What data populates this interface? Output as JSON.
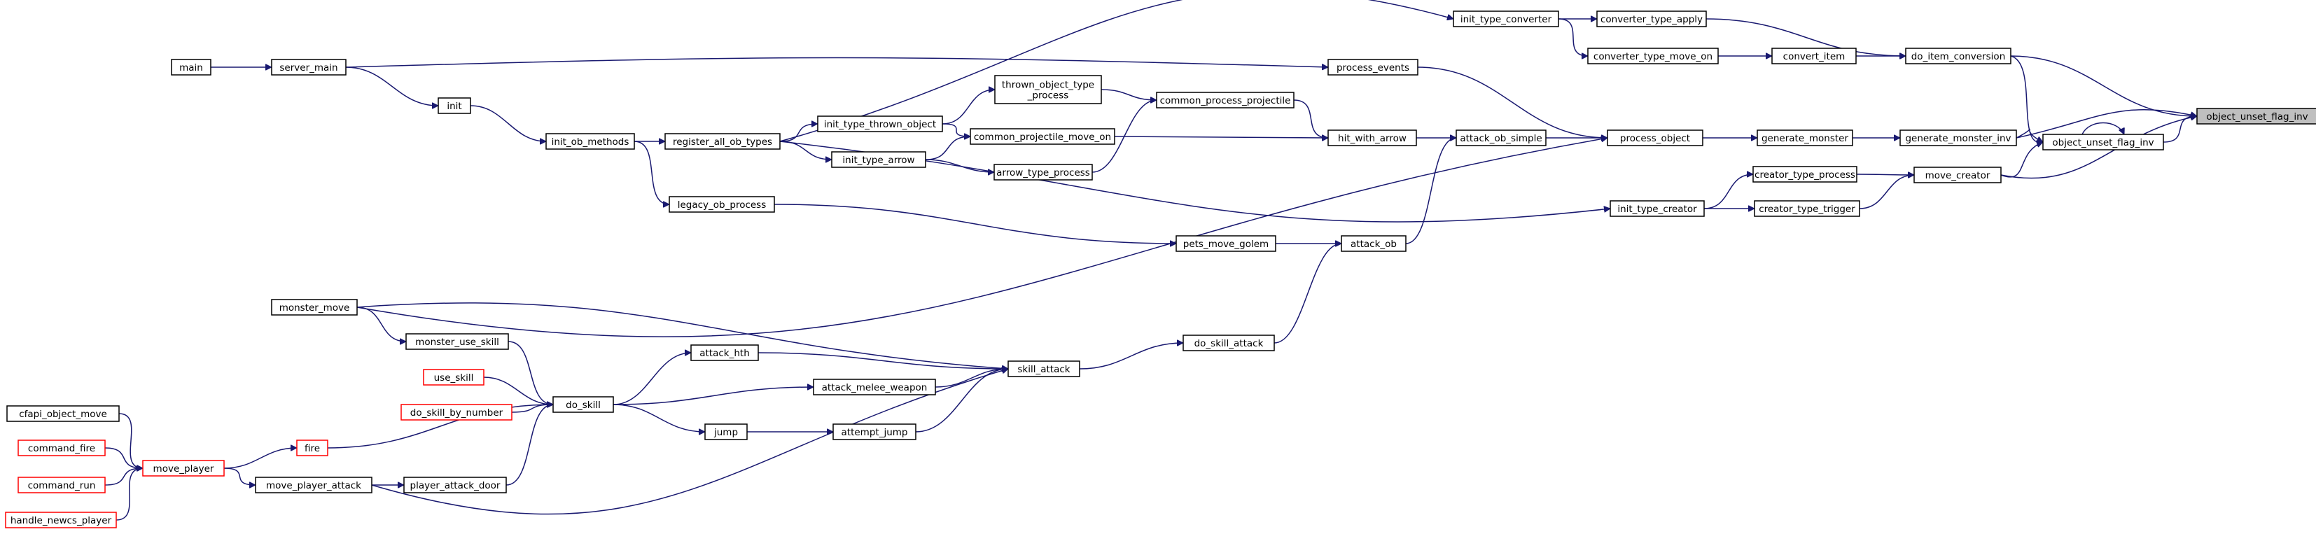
{
  "graph": {
    "kind": "caller graph",
    "colors": {
      "edge": "#191970",
      "node_border": "#000000",
      "red_border": "#ff0000",
      "root_fill": "#bfbfbf"
    },
    "nodes": [
      {
        "id": "object_unset_flag_inv_root",
        "label": "object_unset_flag_inv",
        "style": "root"
      },
      {
        "id": "do_item_conversion",
        "label": "do_item_conversion"
      },
      {
        "id": "generate_monster_inv",
        "label": "generate_monster_inv"
      },
      {
        "id": "object_unset_flag_inv",
        "label": "object_unset_flag_inv"
      },
      {
        "id": "move_creator",
        "label": "move_creator"
      },
      {
        "id": "converter_type_apply",
        "label": "converter_type_apply"
      },
      {
        "id": "convert_item",
        "label": "convert_item"
      },
      {
        "id": "generate_monster",
        "label": "generate_monster"
      },
      {
        "id": "creator_type_process",
        "label": "creator_type_process"
      },
      {
        "id": "creator_type_trigger",
        "label": "creator_type_trigger"
      },
      {
        "id": "init_type_converter",
        "label": "init_type_converter"
      },
      {
        "id": "converter_type_move_on",
        "label": "converter_type_move_on"
      },
      {
        "id": "process_object",
        "label": "process_object"
      },
      {
        "id": "init_type_creator",
        "label": "init_type_creator"
      },
      {
        "id": "process_events",
        "label": "process_events"
      },
      {
        "id": "attack_ob_simple",
        "label": "attack_ob_simple"
      },
      {
        "id": "hit_with_arrow",
        "label": "hit_with_arrow"
      },
      {
        "id": "attack_ob",
        "label": "attack_ob"
      },
      {
        "id": "common_process_projectile",
        "label": "common_process_projectile"
      },
      {
        "id": "common_projectile_move_on",
        "label": "common_projectile_move_on"
      },
      {
        "id": "arrow_type_process",
        "label": "arrow_type_process"
      },
      {
        "id": "pets_move_golem",
        "label": "pets_move_golem"
      },
      {
        "id": "thrown_object_type_process",
        "label": "thrown_object_type\n_process"
      },
      {
        "id": "init_type_thrown_object",
        "label": "init_type_thrown_object"
      },
      {
        "id": "init_type_arrow",
        "label": "init_type_arrow"
      },
      {
        "id": "register_all_ob_types",
        "label": "register_all_ob_types"
      },
      {
        "id": "legacy_ob_process",
        "label": "legacy_ob_process"
      },
      {
        "id": "init_ob_methods",
        "label": "init_ob_methods"
      },
      {
        "id": "init",
        "label": "init"
      },
      {
        "id": "server_main",
        "label": "server_main"
      },
      {
        "id": "main",
        "label": "main"
      },
      {
        "id": "do_skill_attack",
        "label": "do_skill_attack"
      },
      {
        "id": "skill_attack",
        "label": "skill_attack"
      },
      {
        "id": "monster_move",
        "label": "monster_move"
      },
      {
        "id": "attack_hth",
        "label": "attack_hth"
      },
      {
        "id": "attack_melee_weapon",
        "label": "attack_melee_weapon"
      },
      {
        "id": "attempt_jump",
        "label": "attempt_jump"
      },
      {
        "id": "jump",
        "label": "jump"
      },
      {
        "id": "do_skill",
        "label": "do_skill"
      },
      {
        "id": "monster_use_skill",
        "label": "monster_use_skill"
      },
      {
        "id": "use_skill",
        "label": "use_skill",
        "style": "red"
      },
      {
        "id": "do_skill_by_number",
        "label": "do_skill_by_number",
        "style": "red"
      },
      {
        "id": "fire",
        "label": "fire",
        "style": "red"
      },
      {
        "id": "player_attack_door",
        "label": "player_attack_door"
      },
      {
        "id": "move_player_attack",
        "label": "move_player_attack"
      },
      {
        "id": "move_player",
        "label": "move_player",
        "style": "red"
      },
      {
        "id": "cfapi_object_move",
        "label": "cfapi_object_move"
      },
      {
        "id": "command_fire",
        "label": "command_fire",
        "style": "red"
      },
      {
        "id": "command_run",
        "label": "command_run",
        "style": "red"
      },
      {
        "id": "handle_newcs_player",
        "label": "handle_newcs_player",
        "style": "red"
      }
    ],
    "edges": [
      {
        "from": "do_item_conversion",
        "to": "object_unset_flag_inv_root"
      },
      {
        "from": "generate_monster_inv",
        "to": "object_unset_flag_inv_root"
      },
      {
        "from": "object_unset_flag_inv",
        "to": "object_unset_flag_inv_root"
      },
      {
        "from": "move_creator",
        "to": "object_unset_flag_inv_root"
      },
      {
        "from": "converter_type_apply",
        "to": "do_item_conversion"
      },
      {
        "from": "convert_item",
        "to": "do_item_conversion"
      },
      {
        "from": "generate_monster",
        "to": "generate_monster_inv"
      },
      {
        "from": "object_unset_flag_inv",
        "to": "object_unset_flag_inv"
      },
      {
        "from": "do_item_conversion",
        "to": "object_unset_flag_inv"
      },
      {
        "from": "generate_monster_inv",
        "to": "object_unset_flag_inv"
      },
      {
        "from": "move_creator",
        "to": "object_unset_flag_inv"
      },
      {
        "from": "creator_type_process",
        "to": "move_creator"
      },
      {
        "from": "creator_type_trigger",
        "to": "move_creator"
      },
      {
        "from": "init_type_converter",
        "to": "converter_type_apply"
      },
      {
        "from": "converter_type_move_on",
        "to": "convert_item"
      },
      {
        "from": "init_type_converter",
        "to": "converter_type_move_on"
      },
      {
        "from": "process_object",
        "to": "generate_monster"
      },
      {
        "from": "init_type_creator",
        "to": "creator_type_process"
      },
      {
        "from": "init_type_creator",
        "to": "creator_type_trigger"
      },
      {
        "from": "register_all_ob_types",
        "to": "init_type_converter"
      },
      {
        "from": "process_events",
        "to": "process_object"
      },
      {
        "from": "attack_ob_simple",
        "to": "process_object"
      },
      {
        "from": "monster_move",
        "to": "process_object"
      },
      {
        "from": "register_all_ob_types",
        "to": "init_type_creator"
      },
      {
        "from": "server_main",
        "to": "process_events"
      },
      {
        "from": "hit_with_arrow",
        "to": "attack_ob_simple"
      },
      {
        "from": "attack_ob",
        "to": "attack_ob_simple"
      },
      {
        "from": "common_process_projectile",
        "to": "hit_with_arrow"
      },
      {
        "from": "common_projectile_move_on",
        "to": "hit_with_arrow"
      },
      {
        "from": "pets_move_golem",
        "to": "attack_ob"
      },
      {
        "from": "do_skill_attack",
        "to": "attack_ob"
      },
      {
        "from": "thrown_object_type_process",
        "to": "common_process_projectile"
      },
      {
        "from": "arrow_type_process",
        "to": "common_process_projectile"
      },
      {
        "from": "init_type_thrown_object",
        "to": "common_projectile_move_on"
      },
      {
        "from": "init_type_arrow",
        "to": "common_projectile_move_on"
      },
      {
        "from": "init_type_arrow",
        "to": "arrow_type_process"
      },
      {
        "from": "legacy_ob_process",
        "to": "pets_move_golem"
      },
      {
        "from": "init_type_thrown_object",
        "to": "thrown_object_type_process"
      },
      {
        "from": "register_all_ob_types",
        "to": "init_type_thrown_object"
      },
      {
        "from": "register_all_ob_types",
        "to": "init_type_arrow"
      },
      {
        "from": "init_ob_methods",
        "to": "register_all_ob_types"
      },
      {
        "from": "init_ob_methods",
        "to": "legacy_ob_process"
      },
      {
        "from": "init",
        "to": "init_ob_methods"
      },
      {
        "from": "server_main",
        "to": "init"
      },
      {
        "from": "main",
        "to": "server_main"
      },
      {
        "from": "skill_attack",
        "to": "do_skill_attack"
      },
      {
        "from": "monster_move",
        "to": "skill_attack"
      },
      {
        "from": "attack_hth",
        "to": "skill_attack"
      },
      {
        "from": "attack_melee_weapon",
        "to": "skill_attack"
      },
      {
        "from": "attempt_jump",
        "to": "skill_attack"
      },
      {
        "from": "move_player_attack",
        "to": "skill_attack"
      },
      {
        "from": "do_skill",
        "to": "attack_hth"
      },
      {
        "from": "do_skill",
        "to": "attack_melee_weapon"
      },
      {
        "from": "jump",
        "to": "attempt_jump"
      },
      {
        "from": "do_skill",
        "to": "jump"
      },
      {
        "from": "monster_use_skill",
        "to": "do_skill"
      },
      {
        "from": "use_skill",
        "to": "do_skill"
      },
      {
        "from": "do_skill_by_number",
        "to": "do_skill"
      },
      {
        "from": "fire",
        "to": "do_skill"
      },
      {
        "from": "player_attack_door",
        "to": "do_skill"
      },
      {
        "from": "monster_move",
        "to": "monster_use_skill"
      },
      {
        "from": "move_player",
        "to": "fire"
      },
      {
        "from": "move_player_attack",
        "to": "player_attack_door"
      },
      {
        "from": "move_player",
        "to": "move_player_attack"
      },
      {
        "from": "cfapi_object_move",
        "to": "move_player"
      },
      {
        "from": "command_fire",
        "to": "move_player"
      },
      {
        "from": "command_run",
        "to": "move_player"
      },
      {
        "from": "handle_newcs_player",
        "to": "move_player"
      }
    ]
  }
}
